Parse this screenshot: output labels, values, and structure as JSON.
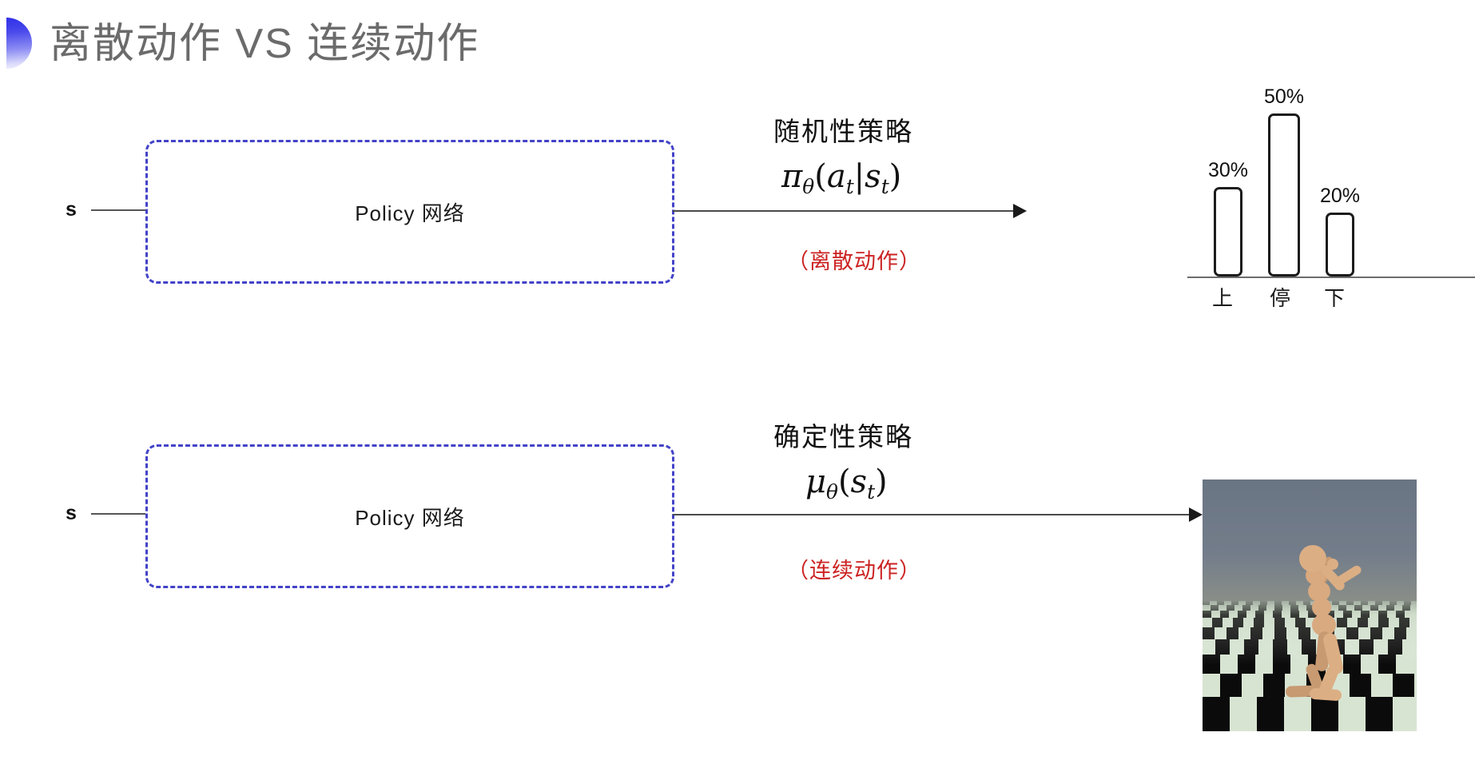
{
  "slide": {
    "title": "离散动作 VS 连续动作",
    "title_color": "#6b6b6b",
    "accent_color": "#3434e6",
    "background": "#ffffff"
  },
  "rows": [
    {
      "id": "discrete",
      "state_label": "s",
      "box_label": "Policy 网络",
      "policy_kind": "随机性策略",
      "formula_plain": "πθ(at|st)",
      "formula": {
        "head": "π",
        "head_sub": "θ",
        "open": "(",
        "arg": "a",
        "arg_sub": "t",
        "bar": "|",
        "cond": "s",
        "cond_sub": "t",
        "close": ")"
      },
      "action_note": "（离散动作）",
      "action_note_color": "#cc2222",
      "output_kind": "bar-chart"
    },
    {
      "id": "continuous",
      "state_label": "s",
      "box_label": "Policy 网络",
      "policy_kind": "确定性策略",
      "formula_plain": "μθ(st)",
      "formula": {
        "head": "μ",
        "head_sub": "θ",
        "open": "(",
        "arg": "s",
        "arg_sub": "t",
        "close": ")"
      },
      "action_note": "（连续动作）",
      "action_note_color": "#cc2222",
      "output_kind": "humanoid-image"
    }
  ],
  "chart_data": {
    "type": "bar",
    "title": "",
    "xlabel": "",
    "ylabel": "",
    "categories": [
      "上",
      "停",
      "下"
    ],
    "values": [
      30,
      50,
      20
    ],
    "value_labels": [
      "30%",
      "50%",
      "20%"
    ],
    "ylim": [
      0,
      60
    ],
    "grid": false,
    "legend": "none",
    "bar_fill": "#ffffff",
    "bar_stroke": "#1c1c1c",
    "axis_color": "#6c6c6c"
  },
  "humanoid": {
    "caption": "",
    "sky_color": "#6f7a88",
    "floor_light": "#d7e4d2",
    "floor_dark": "#0b0b0b",
    "body_color": "#d9a97f"
  }
}
